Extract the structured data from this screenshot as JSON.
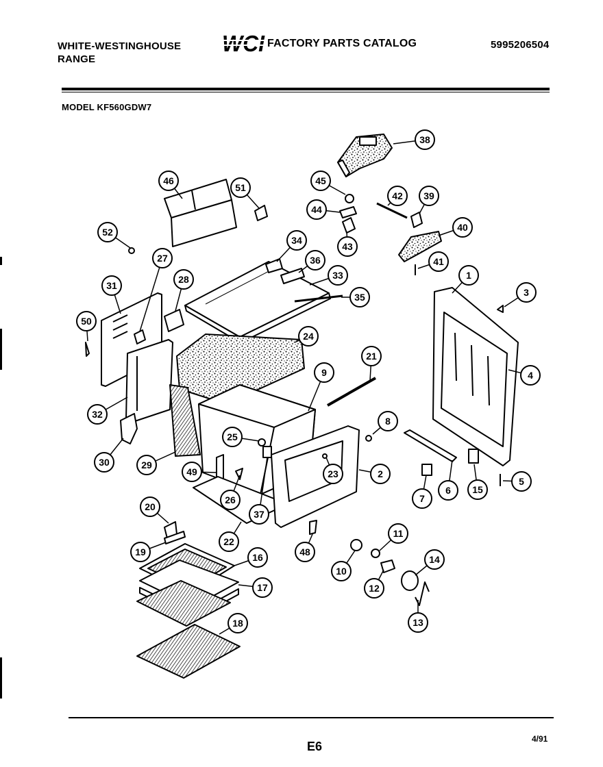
{
  "header": {
    "brand": "WHITE-WESTINGHOUSE",
    "product": "RANGE",
    "logo_text": "WCI",
    "catalog_title": "FACTORY PARTS CATALOG",
    "part_number": "5995206504",
    "model": "MODEL KF560GDW7"
  },
  "footer": {
    "page": "E6",
    "date": "4/91"
  },
  "callouts": [
    {
      "id": "38",
      "label": "38"
    },
    {
      "id": "46",
      "label": "46"
    },
    {
      "id": "51",
      "label": "51"
    },
    {
      "id": "45",
      "label": "45"
    },
    {
      "id": "42",
      "label": "42"
    },
    {
      "id": "39",
      "label": "39"
    },
    {
      "id": "44",
      "label": "44"
    },
    {
      "id": "40",
      "label": "40"
    },
    {
      "id": "43",
      "label": "43"
    },
    {
      "id": "52",
      "label": "52"
    },
    {
      "id": "34",
      "label": "34"
    },
    {
      "id": "41",
      "label": "41"
    },
    {
      "id": "27",
      "label": "27"
    },
    {
      "id": "36",
      "label": "36"
    },
    {
      "id": "33",
      "label": "33"
    },
    {
      "id": "1",
      "label": "1"
    },
    {
      "id": "28",
      "label": "28"
    },
    {
      "id": "31",
      "label": "31"
    },
    {
      "id": "35",
      "label": "35"
    },
    {
      "id": "3",
      "label": "3"
    },
    {
      "id": "50",
      "label": "50"
    },
    {
      "id": "24",
      "label": "24"
    },
    {
      "id": "21",
      "label": "21"
    },
    {
      "id": "9",
      "label": "9"
    },
    {
      "id": "4",
      "label": "4"
    },
    {
      "id": "32",
      "label": "32"
    },
    {
      "id": "8",
      "label": "8"
    },
    {
      "id": "25",
      "label": "25"
    },
    {
      "id": "30",
      "label": "30"
    },
    {
      "id": "29",
      "label": "29"
    },
    {
      "id": "49",
      "label": "49"
    },
    {
      "id": "23",
      "label": "23"
    },
    {
      "id": "2",
      "label": "2"
    },
    {
      "id": "5",
      "label": "5"
    },
    {
      "id": "6",
      "label": "6"
    },
    {
      "id": "7",
      "label": "7"
    },
    {
      "id": "15",
      "label": "15"
    },
    {
      "id": "26",
      "label": "26"
    },
    {
      "id": "20",
      "label": "20"
    },
    {
      "id": "37",
      "label": "37"
    },
    {
      "id": "22",
      "label": "22"
    },
    {
      "id": "48",
      "label": "48"
    },
    {
      "id": "11",
      "label": "11"
    },
    {
      "id": "19",
      "label": "19"
    },
    {
      "id": "16",
      "label": "16"
    },
    {
      "id": "10",
      "label": "10"
    },
    {
      "id": "14",
      "label": "14"
    },
    {
      "id": "17",
      "label": "17"
    },
    {
      "id": "12",
      "label": "12"
    },
    {
      "id": "13",
      "label": "13"
    },
    {
      "id": "18",
      "label": "18"
    }
  ]
}
